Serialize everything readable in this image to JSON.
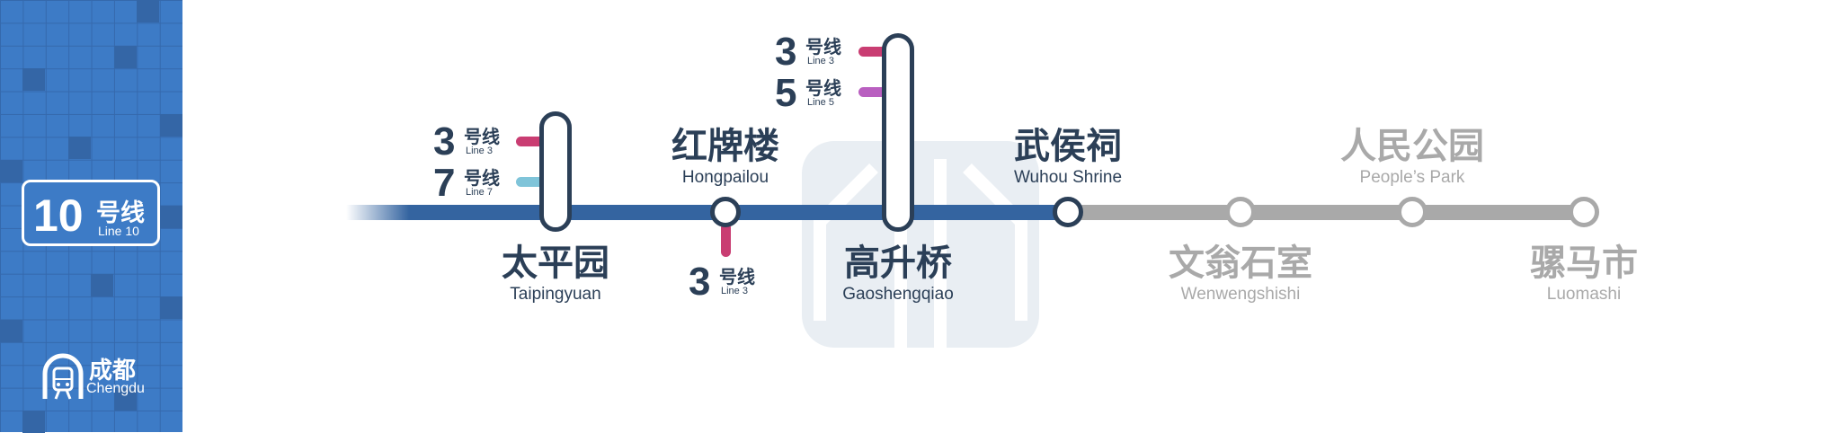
{
  "line": {
    "number": "10",
    "cn": "号线",
    "en": "Line 10",
    "color": "#3464a0"
  },
  "city": {
    "cn": "成都",
    "en": "Chengdu",
    "icon": "metro-train-icon"
  },
  "stations": [
    {
      "cn": "太平园",
      "en": "Taipingyuan",
      "status": "passed",
      "transfers": [
        {
          "num": "3",
          "cn": "号线",
          "en": "Line 3",
          "color": "#c93d72"
        },
        {
          "num": "7",
          "cn": "号线",
          "en": "Line 7",
          "color": "#7fc4d9"
        }
      ]
    },
    {
      "cn": "红牌楼",
      "en": "Hongpailou",
      "status": "passed",
      "transfers": [
        {
          "num": "3",
          "cn": "号线",
          "en": "Line 3",
          "color": "#c93d72"
        }
      ]
    },
    {
      "cn": "高升桥",
      "en": "Gaoshengqiao",
      "status": "passed",
      "transfers": [
        {
          "num": "3",
          "cn": "号线",
          "en": "Line 3",
          "color": "#c93d72"
        },
        {
          "num": "5",
          "cn": "号线",
          "en": "Line 5",
          "color": "#b95fc0"
        }
      ]
    },
    {
      "cn": "武侯祠",
      "en": "Wuhou Shrine",
      "status": "current"
    },
    {
      "cn": "文翁石室",
      "en": "Wenwengshishi",
      "status": "upcoming"
    },
    {
      "cn": "人民公园",
      "en": "People’s Park",
      "status": "upcoming"
    },
    {
      "cn": "骡马市",
      "en": "Luomashi",
      "status": "upcoming"
    }
  ]
}
